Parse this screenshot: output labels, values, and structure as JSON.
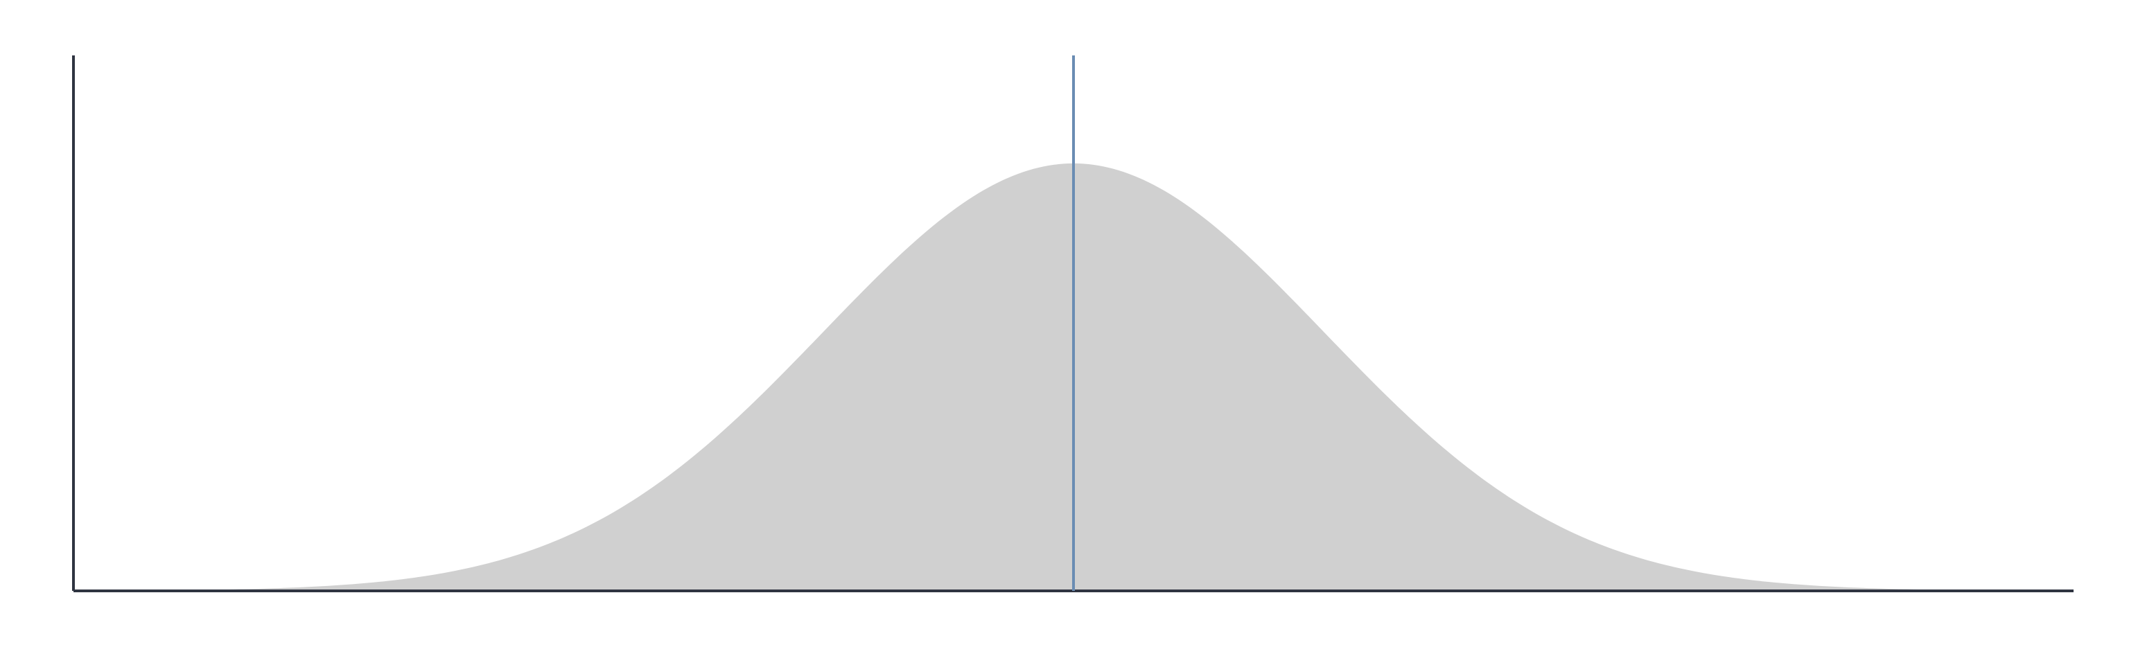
{
  "chart_data": {
    "type": "area",
    "title": "",
    "xlabel": "",
    "ylabel": "",
    "xlim": [
      -4,
      4
    ],
    "ylim": [
      0,
      0.5
    ],
    "grid": false,
    "colors": {
      "fill": "#d0d0d0",
      "axis": "#2f3441",
      "marker": "#6a8cb3"
    },
    "series": [
      {
        "x": [
          -4.0,
          -3.5,
          -3.0,
          -2.5,
          -2.0,
          -1.5,
          -1.0,
          -0.5,
          0.0,
          0.5,
          1.0,
          1.5,
          2.0,
          2.5,
          3.0,
          3.5,
          4.0
        ],
        "y": [
          0.0001,
          0.0009,
          0.0044,
          0.0175,
          0.054,
          0.1295,
          0.242,
          0.3521,
          0.3989,
          0.3521,
          0.242,
          0.1295,
          0.054,
          0.0175,
          0.0044,
          0.0009,
          0.0001
        ]
      }
    ],
    "vline": {
      "x": 0
    }
  }
}
